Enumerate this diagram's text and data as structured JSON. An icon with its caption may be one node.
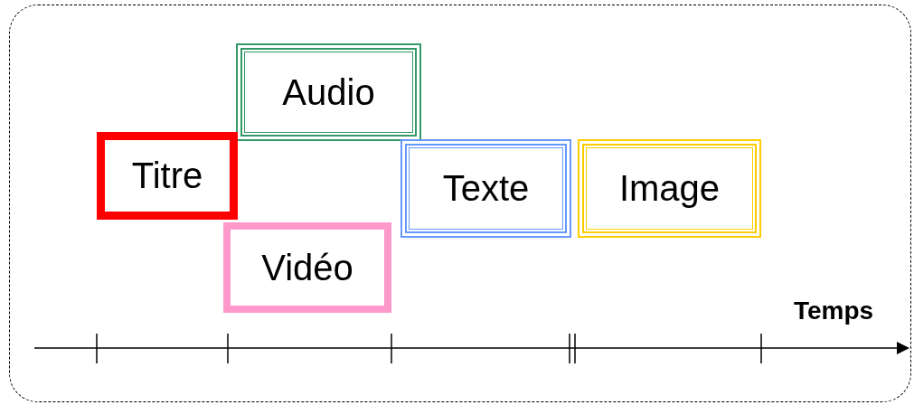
{
  "diagram": {
    "nodes": [
      {
        "text": [],
        "shape": "box"
      },
      {
        "text": [
          "Audio"
        ],
        "in": 0
      },
      {
        "text": [
          "Titre"
        ],
        "in": 0
      },
      {
        "text": [
          "Texte"
        ],
        "in": 0
      },
      {
        "text": [
          "Image"
        ],
        "in": 0
      },
      {
        "text": [
          "Vidéo"
        ],
        "in": 0
      }
    ],
    "labels": [
      "Temps"
    ]
  }
}
